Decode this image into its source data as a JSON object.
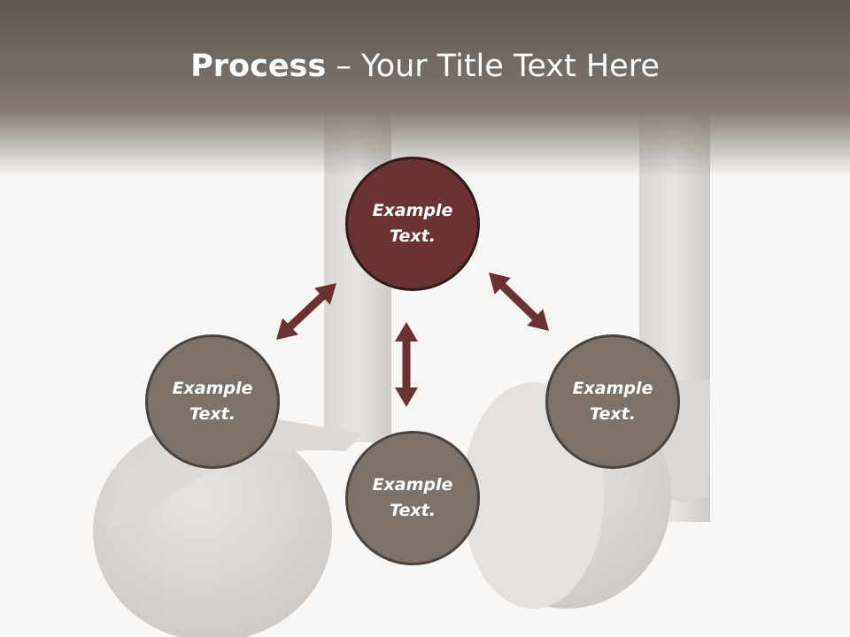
{
  "slide": {
    "title_bold": "Process",
    "title_rest": " – Your Title Text Here"
  },
  "nodes": [
    {
      "id": "top",
      "label": "Example Text.",
      "color": "#6b3233"
    },
    {
      "id": "left",
      "label": "Example Text.",
      "color": "#7c726a"
    },
    {
      "id": "bottom",
      "label": "Example Text.",
      "color": "#7c726a"
    },
    {
      "id": "right",
      "label": "Example Text.",
      "color": "#7c726a"
    }
  ],
  "arrow_color": "#6b3233"
}
